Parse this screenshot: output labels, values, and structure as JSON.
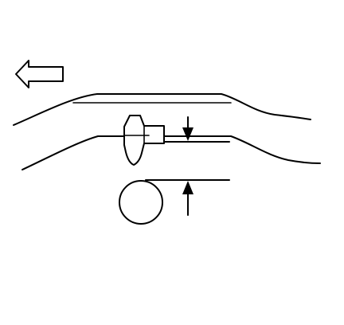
{
  "diagram": {
    "description_visible_text": [],
    "elements": [
      "direction-arrow-icon",
      "upper-panel-outline",
      "panel-edge-line",
      "lower-panel-outline",
      "fastener-clip",
      "clearance-reference-line-upper",
      "clearance-reference-line-lower",
      "clearance-arrow-down-icon",
      "clearance-arrow-up-icon",
      "round-component"
    ],
    "colors": {
      "stroke": "#000000",
      "background": "#ffffff"
    }
  }
}
